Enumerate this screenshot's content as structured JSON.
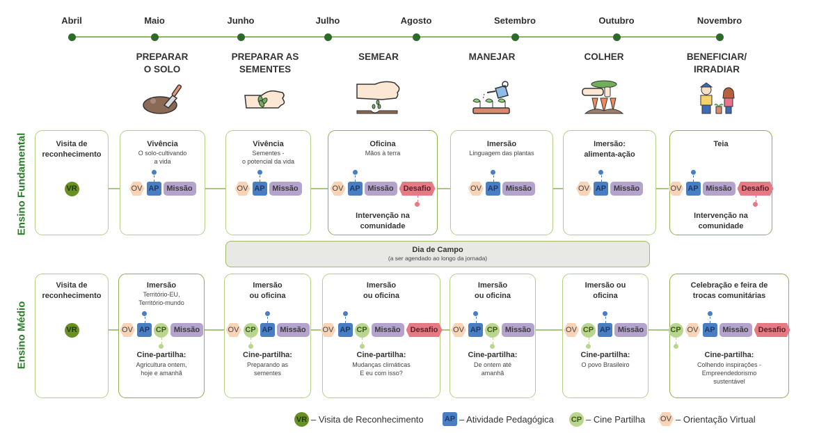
{
  "timeline": {
    "months": [
      "Abril",
      "Maio",
      "Junho",
      "Julho",
      "Agosto",
      "Setembro",
      "Outubro",
      "Novembro"
    ]
  },
  "stages": [
    {
      "label": "PREPARAR O SOLO",
      "line1": "PREPARAR",
      "line2": "O SOLO",
      "icon": "soil-shovel-icon"
    },
    {
      "label": "PREPARAR AS SEMENTES",
      "line1": "PREPARAR AS",
      "line2": "SEMENTES",
      "icon": "hand-seeds-icon"
    },
    {
      "label": "SEMEAR",
      "line1": "SEMEAR",
      "line2": "",
      "icon": "sowing-hand-icon"
    },
    {
      "label": "MANEJAR",
      "line1": "MANEJAR",
      "line2": "",
      "icon": "watering-can-icon"
    },
    {
      "label": "COLHER",
      "line1": "COLHER",
      "line2": "",
      "icon": "harvest-carrots-icon"
    },
    {
      "label": "BENEFICIAR/ IRRADIAR",
      "line1": "BENEFICIAR/",
      "line2": "IRRADIAR",
      "icon": "people-plants-icon"
    }
  ],
  "rows": {
    "fundamental": {
      "label": "Ensino Fundamental",
      "boxes": [
        {
          "title1": "Visita de",
          "title2": "reconhecimento",
          "sub1": "",
          "sub2": "",
          "badges": [
            "VR"
          ],
          "footer1": "",
          "footer2": ""
        },
        {
          "title1": "Vivência",
          "title2": "",
          "sub1": "O solo-cultivando",
          "sub2": "a vida",
          "badges": [
            "OV",
            "AP",
            "Missão"
          ],
          "footer1": "",
          "footer2": ""
        },
        {
          "title1": "Vivência",
          "title2": "",
          "sub1": "Sementes -",
          "sub2": "o potencial da vida",
          "badges": [
            "OV",
            "AP",
            "Missão"
          ],
          "footer1": "",
          "footer2": ""
        },
        {
          "title1": "Oficina",
          "title2": "",
          "sub1": "Mãos à terra",
          "sub2": "",
          "badges": [
            "OV",
            "AP",
            "Missão",
            "Desafio"
          ],
          "footer1": "Intervenção na",
          "footer2": "comunidade"
        },
        {
          "title1": "Imersão",
          "title2": "",
          "sub1": "Linguagem das plantas",
          "sub2": "",
          "badges": [
            "OV",
            "AP",
            "Missão"
          ],
          "footer1": "",
          "footer2": ""
        },
        {
          "title1": "Imersão:",
          "title2": "alimenta-ação",
          "sub1": "",
          "sub2": "",
          "badges": [
            "OV",
            "AP",
            "Missão"
          ],
          "footer1": "",
          "footer2": ""
        },
        {
          "title1": "Teia",
          "title2": "",
          "sub1": "",
          "sub2": "",
          "badges": [
            "OV",
            "AP",
            "Missão",
            "Desafio"
          ],
          "footer1": "Intervenção na",
          "footer2": "comunidade"
        }
      ]
    },
    "field_day": {
      "title": "Dia de Campo",
      "subtitle": "(a ser agendado ao longo da jornada)"
    },
    "medio": {
      "label": "Ensino Médio",
      "boxes": [
        {
          "title1": "Visita de",
          "title2": "reconhecimento",
          "sub1": "",
          "sub2": "",
          "badges": [
            "VR"
          ],
          "cine_title": "",
          "cine1": "",
          "cine2": "",
          "cine3": ""
        },
        {
          "title1": "Imersão",
          "title2": "",
          "sub1": "Território-EU,",
          "sub2": "Território-mundo",
          "badges": [
            "OV",
            "AP",
            "CP",
            "Missão"
          ],
          "cine_title": "Cine-partilha:",
          "cine1": "Agricultura ontem,",
          "cine2": "hoje e amanhã",
          "cine3": ""
        },
        {
          "title1": "Imersão",
          "title2": "ou oficina",
          "sub1": "",
          "sub2": "",
          "badges": [
            "OV",
            "CP",
            "AP",
            "Missão"
          ],
          "cine_title": "Cine-partilha:",
          "cine1": "Preparando as",
          "cine2": "sementes",
          "cine3": ""
        },
        {
          "title1": "Imersão",
          "title2": "ou oficina",
          "sub1": "",
          "sub2": "",
          "badges": [
            "OV",
            "AP",
            "CP",
            "Missão",
            "Desafio"
          ],
          "cine_title": "Cine-partilha:",
          "cine1": "Mudanças climáticas",
          "cine2": "E eu com isso?",
          "cine3": ""
        },
        {
          "title1": "Imersão",
          "title2": "ou oficina",
          "sub1": "",
          "sub2": "",
          "badges": [
            "OV",
            "AP",
            "CP",
            "Missão"
          ],
          "cine_title": "Cine-partilha:",
          "cine1": "De ontem até",
          "cine2": "amanhã",
          "cine3": ""
        },
        {
          "title1": "Imersão ou",
          "title2": "oficina",
          "sub1": "",
          "sub2": "",
          "badges": [
            "OV",
            "CP",
            "AP",
            "Missão"
          ],
          "cine_title": "Cine-partilha:",
          "cine1": "O povo Brasileiro",
          "cine2": "",
          "cine3": ""
        },
        {
          "title1": "Celebração e feira de",
          "title2": "trocas comunitárias",
          "sub1": "",
          "sub2": "",
          "badges": [
            "CP",
            "OV",
            "AP",
            "Missão",
            "Desafio"
          ],
          "cine_title": "Cine-partilha:",
          "cine1": "Colhendo inspirações -",
          "cine2": "Empreendedorismo",
          "cine3": "sustentável"
        }
      ]
    }
  },
  "badge_labels": {
    "VR": "VR",
    "AP": "AP",
    "CP": "CP",
    "OV": "OV",
    "Missão": "Missão",
    "Desafio": "Desafio"
  },
  "legend": [
    {
      "code": "VR",
      "text": "– Visita de Reconhecimento"
    },
    {
      "code": "AP",
      "text": "– Atividade Pedagógica"
    },
    {
      "code": "CP",
      "text": "– Cine Partilha"
    },
    {
      "code": "OV",
      "text": "– Orientação Virtual"
    }
  ],
  "colors": {
    "timeline_line": "#8cb85a",
    "timeline_dot": "#2e6b2a",
    "row_label": "#2e7a2e",
    "VR": "#6a9023",
    "AP": "#4a7ec2",
    "CP": "#b9d58e",
    "OV": "#f8d3b5",
    "Missão": "#b4a3cd",
    "Desafio": "#e57a85"
  }
}
